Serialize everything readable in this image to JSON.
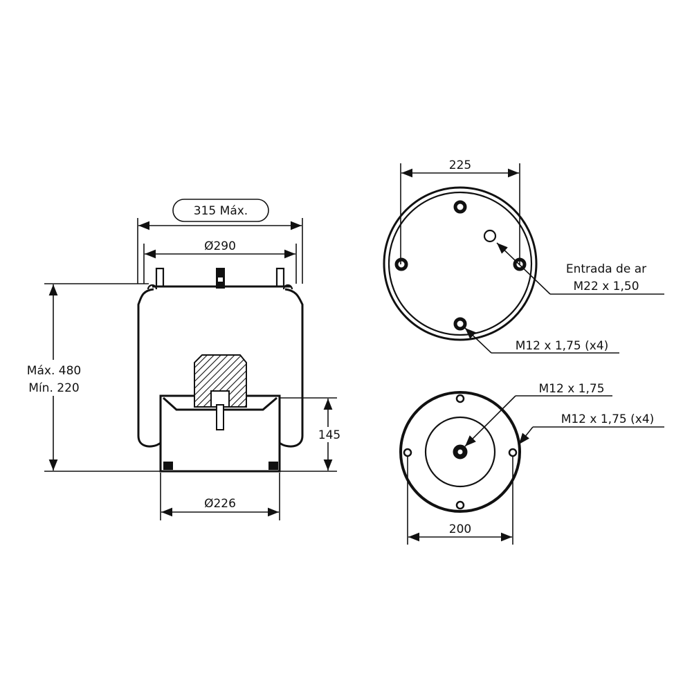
{
  "side_view": {
    "max_width_label": "315 Máx.",
    "top_diameter_label": "Ø290",
    "height_max_label": "Máx. 480",
    "height_min_label": "Mín. 220",
    "piston_height_label": "145",
    "piston_diameter_label": "Ø226"
  },
  "top_view": {
    "bolt_spacing_label": "225",
    "air_inlet_label": "Entrada de ar",
    "air_inlet_thread_label": "M22 x 1,50",
    "bolts_label": "M12 x 1,75 (x4)"
  },
  "bottom_view": {
    "center_bolt_label": "M12 x 1,75",
    "holes_label": "M12 x 1,75 (x4)",
    "hole_spacing_label": "200"
  }
}
